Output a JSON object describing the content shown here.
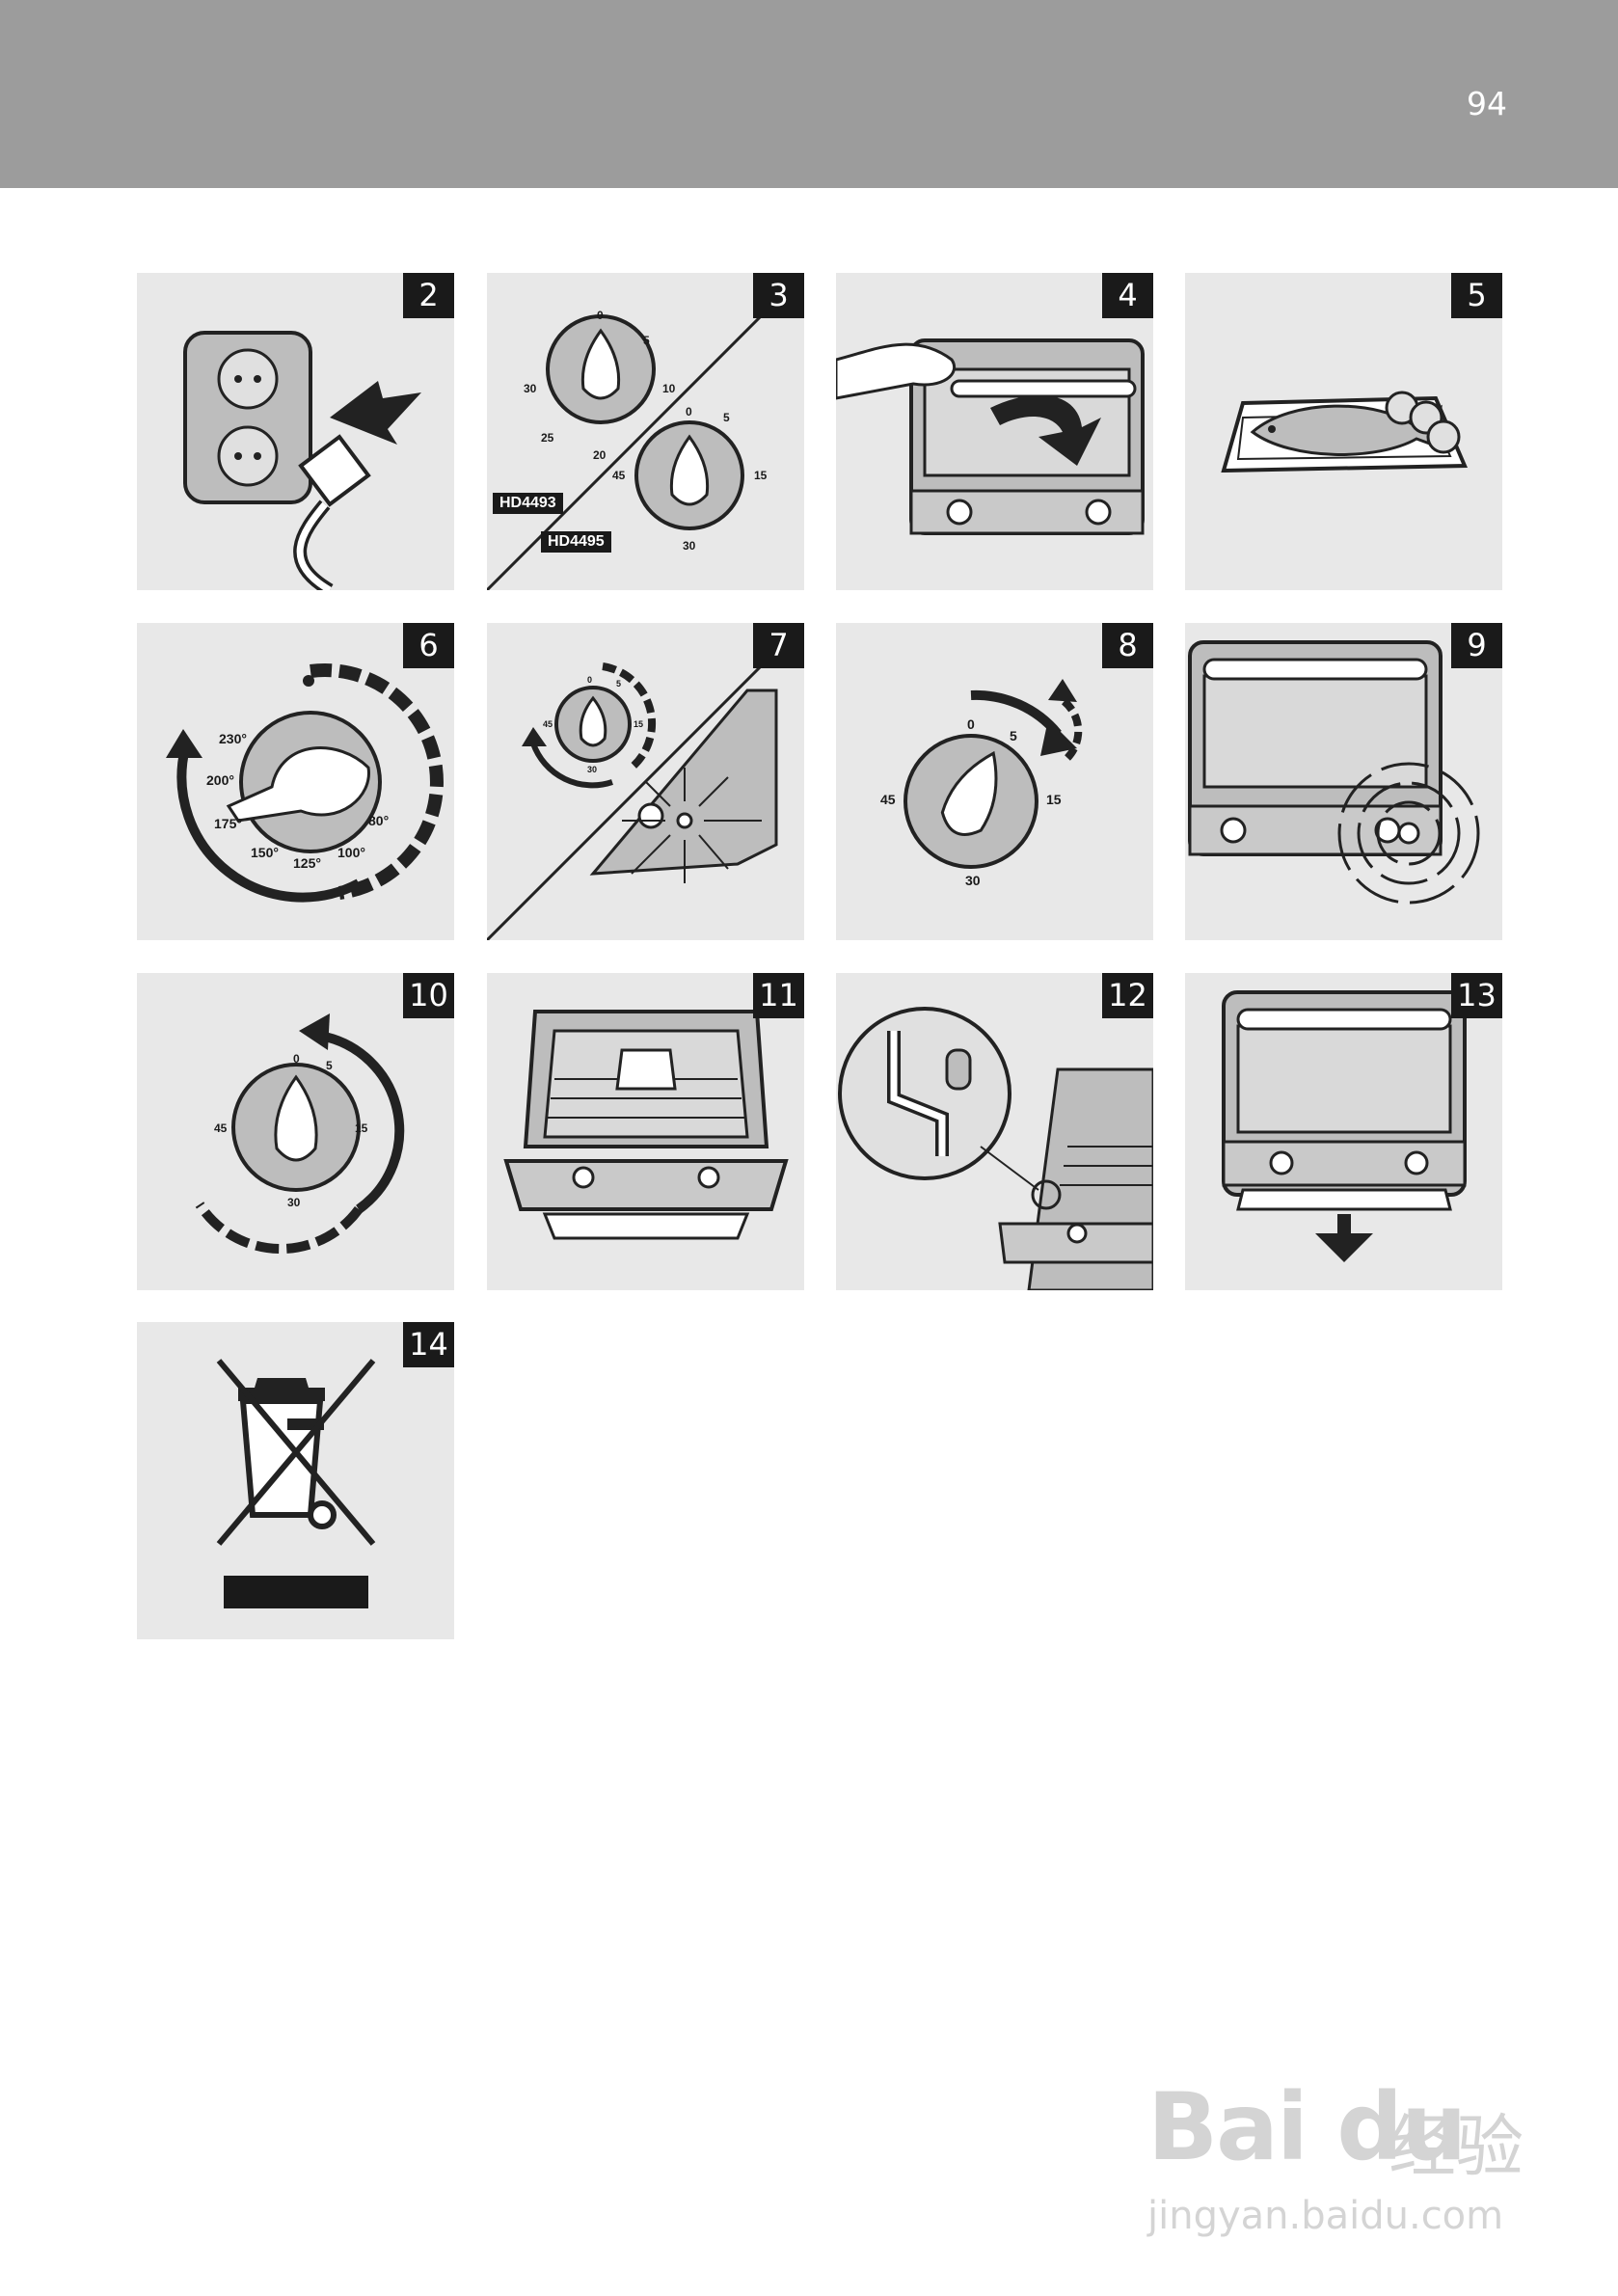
{
  "header": {
    "page_number": "94",
    "bar_color": "#9c9c9c"
  },
  "panels": [
    {
      "badge": "2",
      "icon": "plug-socket-icon"
    },
    {
      "badge": "3",
      "icon": "timer-dials-icon",
      "dial_a": {
        "marks": [
          "0",
          "5",
          "10",
          "20",
          "25",
          "30"
        ],
        "model": "HD4493"
      },
      "dial_b": {
        "marks": [
          "0",
          "5",
          "15",
          "30",
          "45"
        ],
        "model": "HD4495"
      }
    },
    {
      "badge": "4",
      "icon": "open-door-icon"
    },
    {
      "badge": "5",
      "icon": "fish-tray-icon"
    },
    {
      "badge": "6",
      "icon": "thermostat-dial-icon",
      "temps": [
        "230°",
        "200°",
        "175°",
        "150°",
        "125°",
        "100°",
        "80°"
      ]
    },
    {
      "badge": "7",
      "icon": "timer-light-icon",
      "marks": [
        "0",
        "5",
        "15",
        "30",
        "45"
      ]
    },
    {
      "badge": "8",
      "icon": "timer-turn-icon",
      "marks": [
        "0",
        "5",
        "15",
        "30",
        "45"
      ]
    },
    {
      "badge": "9",
      "icon": "oven-bell-icon"
    },
    {
      "badge": "10",
      "icon": "timer-return-icon",
      "marks": [
        "0",
        "5",
        "15",
        "30",
        "45"
      ]
    },
    {
      "badge": "11",
      "icon": "toast-rack-icon"
    },
    {
      "badge": "12",
      "icon": "rack-detail-icon"
    },
    {
      "badge": "13",
      "icon": "crumb-tray-icon"
    },
    {
      "badge": "14",
      "icon": "weee-bin-icon"
    }
  ],
  "watermark": {
    "logo": "Bai du",
    "cn": "经验",
    "url": "jingyan.baidu.com"
  }
}
